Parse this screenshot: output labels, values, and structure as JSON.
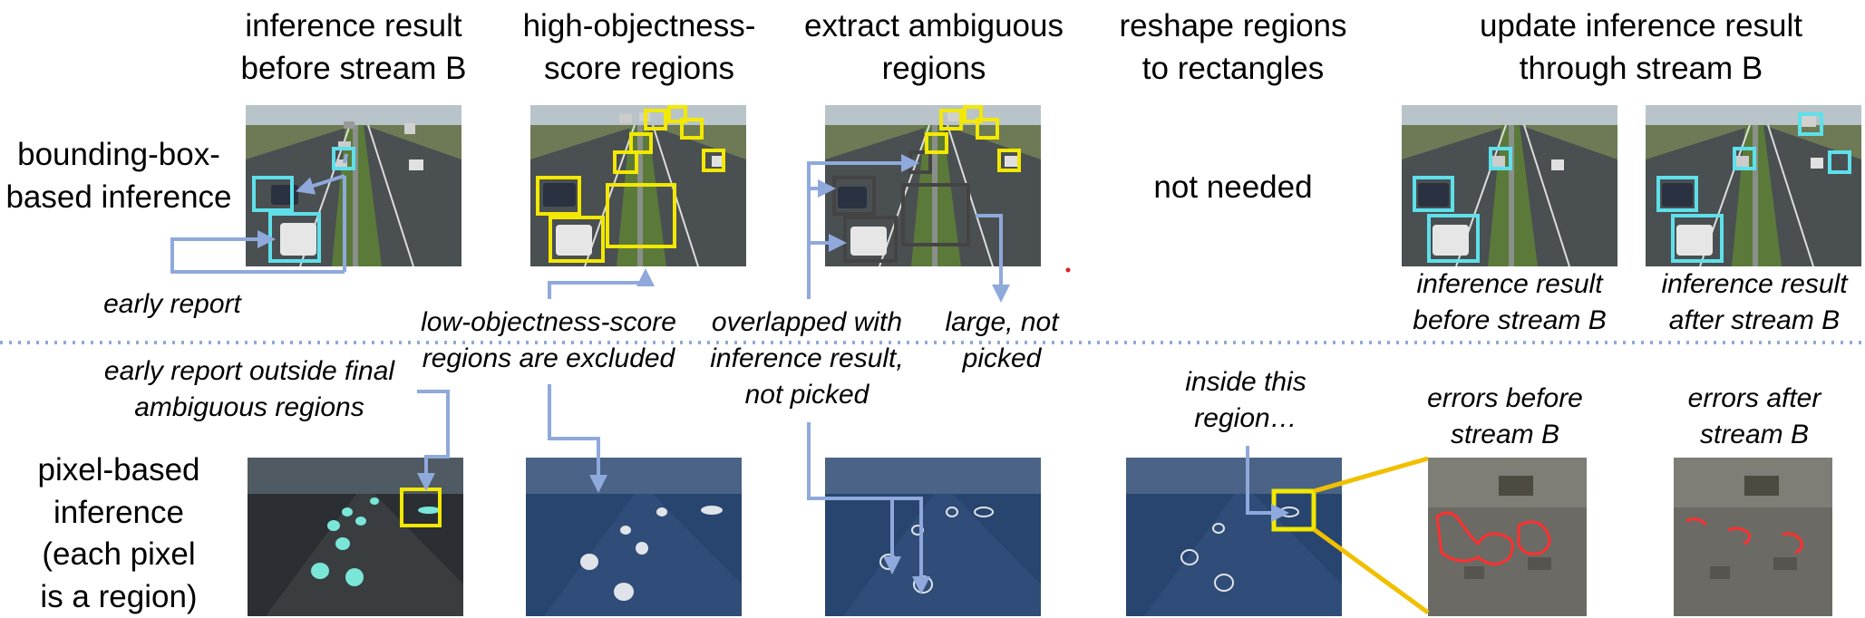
{
  "headers": {
    "col1": "inference result\nbefore stream B",
    "col2": "high-objectness-\nscore regions",
    "col3": "extract ambiguous\nregions",
    "col4": "reshape regions\nto rectangles",
    "col5": "update inference result\nthrough stream B"
  },
  "rows": {
    "bbox": "bounding-box-\nbased inference",
    "pixel": "pixel-based\ninference\n(each pixel\nis a region)"
  },
  "not_needed": "not needed",
  "captions": {
    "early_report": "early report",
    "low_objectness": "low-objectness-score\nregions are excluded",
    "overlapped": "overlapped with\ninference result,\nnot picked",
    "large": "large, not\npicked",
    "before_b": "inference result\nbefore stream B",
    "after_b": "inference result\nafter stream B",
    "early_outside": "early report outside final\nambiguous regions",
    "inside_region": "inside this\nregion…",
    "errors_before": "errors before\nstream B",
    "errors_after": "errors after\nstream B"
  },
  "colors": {
    "highlight_cyan": "#5ee0ea",
    "highlight_yellow": "#f2e800",
    "arrow_blue": "#8fa9dc",
    "dashed_divider": "#8fa9dc",
    "error_red": "#ff3030",
    "gold_connector": "#f0c000"
  },
  "icons": {
    "road_scene": "highway-photo",
    "segmentation_scene": "segmentation-photo",
    "zoom_error": "zoom-crop"
  }
}
